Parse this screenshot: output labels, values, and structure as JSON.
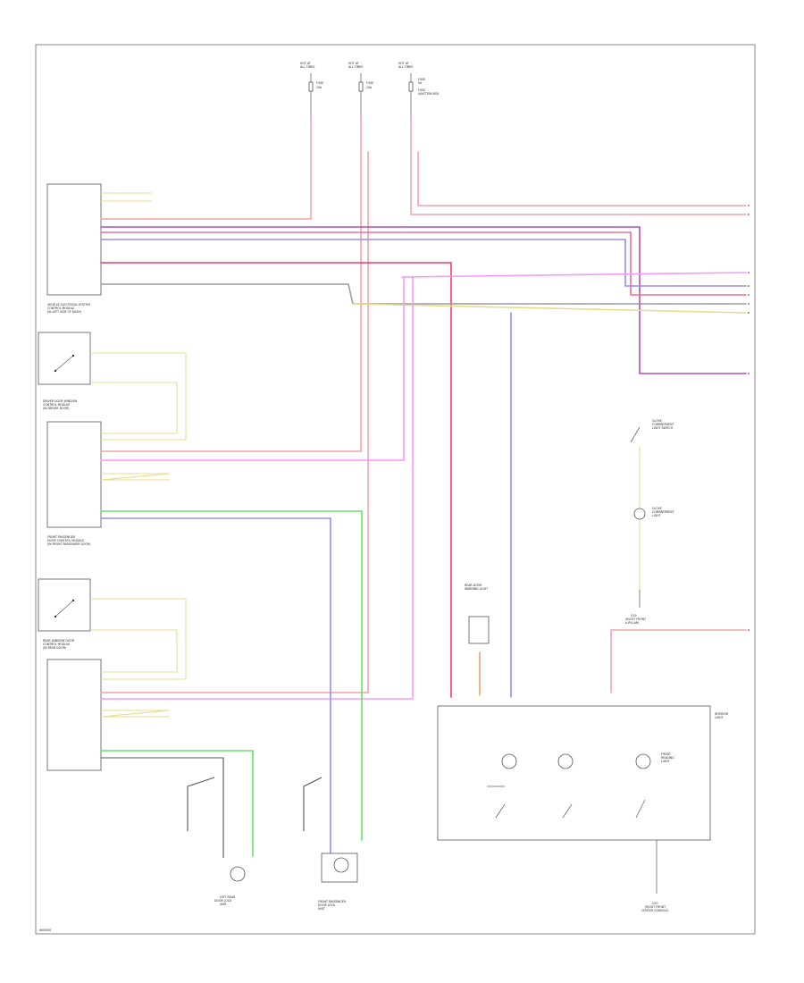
{
  "colors": {
    "red": "#f4a3a8",
    "pink": "#e8719a",
    "magenta": "#f59af5",
    "purple": "#b04fb8",
    "blue": "#8f8ff5",
    "green": "#66e266",
    "yellow": "#e8dc8c",
    "white_gray": "#9b9b9b",
    "black": "#555555",
    "hotred": "#f03a6a"
  },
  "corner_code": "W00000",
  "fuses": [
    {
      "lines": [
        "HOT AT",
        "ALL TIMES",
        "FUSE",
        "15A"
      ]
    },
    {
      "lines": [
        "HOT AT",
        "ALL TIMES",
        "FUSE",
        "10A"
      ]
    },
    {
      "lines": [
        "HOT AT",
        "ALL TIMES",
        "FUSE",
        "5A",
        "FUSE",
        "JUNCTION BOX"
      ]
    }
  ],
  "modules": [
    {
      "label": [
        "VEHICLE ELECTRICAL SYSTEM",
        "CONTROL MODULE",
        "(IN LEFT SIDE OF DASH)"
      ]
    },
    {
      "label": [
        "DRIVER DOOR WINDOW",
        "CONTROL MODULE",
        "(IN DRIVER DOOR)"
      ]
    },
    {
      "label": [
        "FRONT PASSENGER",
        "DOOR CONTROL MODULE",
        "(IN FRONT PASSENGER DOOR)"
      ]
    },
    {
      "label": [
        "REAR WINDOW DOOR",
        "CONTROL MODULE",
        "(IN REAR DOOR)"
      ]
    }
  ],
  "components": [
    {
      "label": [
        "REAR DOOR",
        "WARNING LIGHT"
      ]
    },
    {
      "label": [
        "FRONT PASSENGER",
        "DOOR LOCK",
        "UNIT"
      ]
    },
    {
      "label": [
        "LEFT REAR",
        "DOOR LOCK",
        "UNIT"
      ]
    },
    {
      "label": [
        "INTERIOR",
        "LIGHT"
      ]
    },
    {
      "label": [
        "GLOVE",
        "COMPARTMENT",
        "LIGHT SWITCH"
      ]
    },
    {
      "label": [
        "GLOVE",
        "COMPARTMENT",
        "LIGHT"
      ]
    },
    {
      "label": [
        "FRONT",
        "READING",
        "LIGHT"
      ]
    }
  ],
  "grounds": [
    {
      "label": [
        "G19",
        "(RIGHT FRONT",
        "A-PILLAR)"
      ]
    },
    {
      "label": [
        "G20",
        "(RIGHT FRONT",
        "CENTER CONSOLE)"
      ]
    }
  ]
}
